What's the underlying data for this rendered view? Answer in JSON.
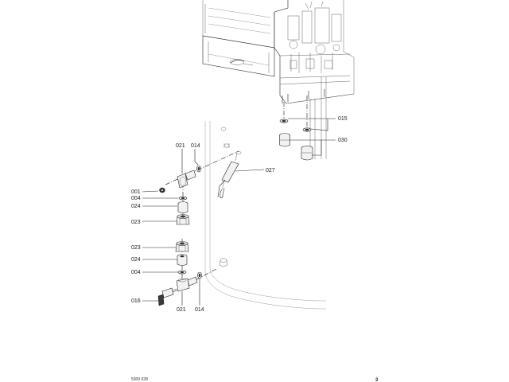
{
  "callouts": {
    "c015": "015",
    "c030": "030",
    "c027": "027",
    "c021_top": "021",
    "c014_top": "014",
    "c001": "001",
    "c004_top": "004",
    "c024_top": "024",
    "c023_top": "023",
    "c023_bottom": "023",
    "c024_bottom": "024",
    "c004_bottom": "004",
    "c016": "016",
    "c021_bottom": "021",
    "c014_bottom": "014"
  },
  "footer": {
    "code": "5300 028",
    "page_number": "3"
  }
}
